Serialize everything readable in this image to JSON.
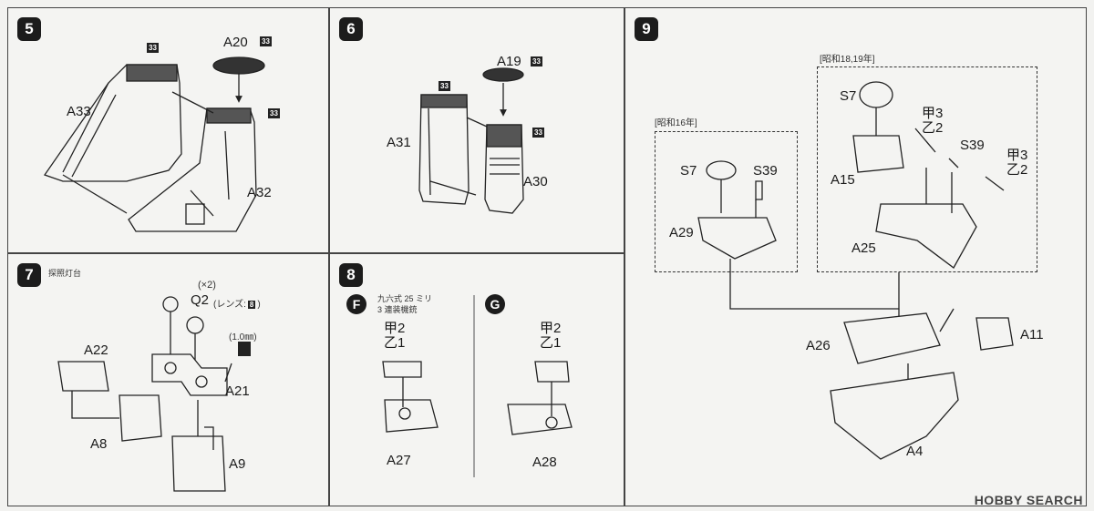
{
  "steps": {
    "s5": {
      "num": "5",
      "a20": "A20",
      "b20": "33",
      "a33": "A33",
      "b33a": "33",
      "b33b": "33",
      "a32": "A32"
    },
    "s6": {
      "num": "6",
      "a19": "A19",
      "b19": "33",
      "b31": "33",
      "b30": "33",
      "a31": "A31",
      "a30": "A30"
    },
    "s7": {
      "num": "7",
      "caption": "探照灯台",
      "x2": "(×2)",
      "q2": "Q2",
      "lens": "(レンズ:",
      "lens_b": "8",
      "lens_end": ")",
      "mm": "(1.0㎜)",
      "a22": "A22",
      "a21": "A21",
      "a8": "A8",
      "a9": "A9"
    },
    "s8": {
      "num": "8",
      "f": "F",
      "g": "G",
      "f_caption1": "九六式 25 ミリ",
      "f_caption2": "3 連装機銃",
      "f_k": "甲2",
      "f_o": "乙1",
      "g_k": "甲2",
      "g_o": "乙1",
      "a27": "A27",
      "a28": "A28"
    },
    "s9": {
      "num": "9",
      "sh16": "[昭和16年]",
      "sh18": "[昭和18,19年]",
      "s7a": "S7",
      "s39a": "S39",
      "a29": "A29",
      "s7b": "S7",
      "k3a": "甲3",
      "o2a": "乙2",
      "s39b": "S39",
      "k3b": "甲3",
      "o2b": "乙2",
      "a15": "A15",
      "a25": "A25",
      "a26": "A26",
      "a11": "A11",
      "a4": "A4"
    }
  },
  "watermark": "HOBBY SEARCH"
}
